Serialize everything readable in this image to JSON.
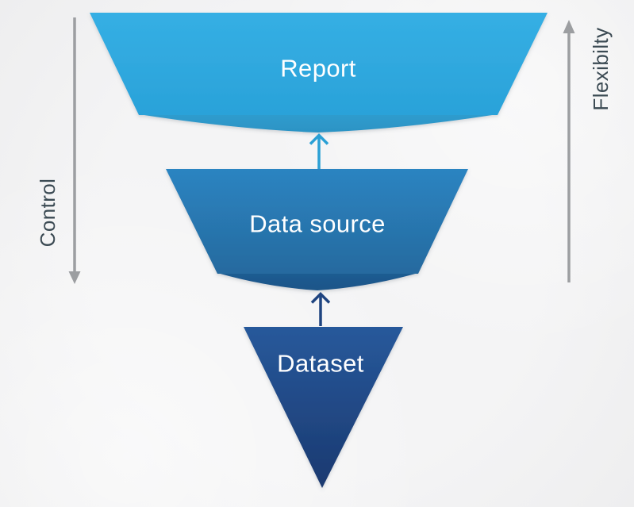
{
  "diagram": {
    "levels": [
      {
        "id": "report",
        "label": "Report",
        "fill_top": "#35AFE4",
        "fill_bottom": "#2AA2D9",
        "fold_color": "#2F9CCE"
      },
      {
        "id": "data-source",
        "label": "Data source",
        "fill_top": "#2C84C1",
        "fill_bottom": "#256A9F",
        "fold_color": "#1F5C92"
      },
      {
        "id": "dataset",
        "label": "Dataset",
        "fill_top": "#27599B",
        "fill_bottom": "#1B3970"
      }
    ],
    "connectors": [
      {
        "from": "data-source",
        "to": "report",
        "direction": "up",
        "color": "#2AA0D5"
      },
      {
        "from": "dataset",
        "to": "data-source",
        "direction": "up",
        "color": "#1F4480"
      }
    ],
    "axes": {
      "left": {
        "label": "Control",
        "direction": "down",
        "arrow_color": "#9C9EA1",
        "text_color": "#3B4A53"
      },
      "right": {
        "label": "Flexibilty",
        "direction": "up",
        "arrow_color": "#9C9EA1",
        "text_color": "#3B4A53"
      }
    },
    "background_color": "#F1F1F2",
    "level_text_color": "#FFFFFF"
  }
}
